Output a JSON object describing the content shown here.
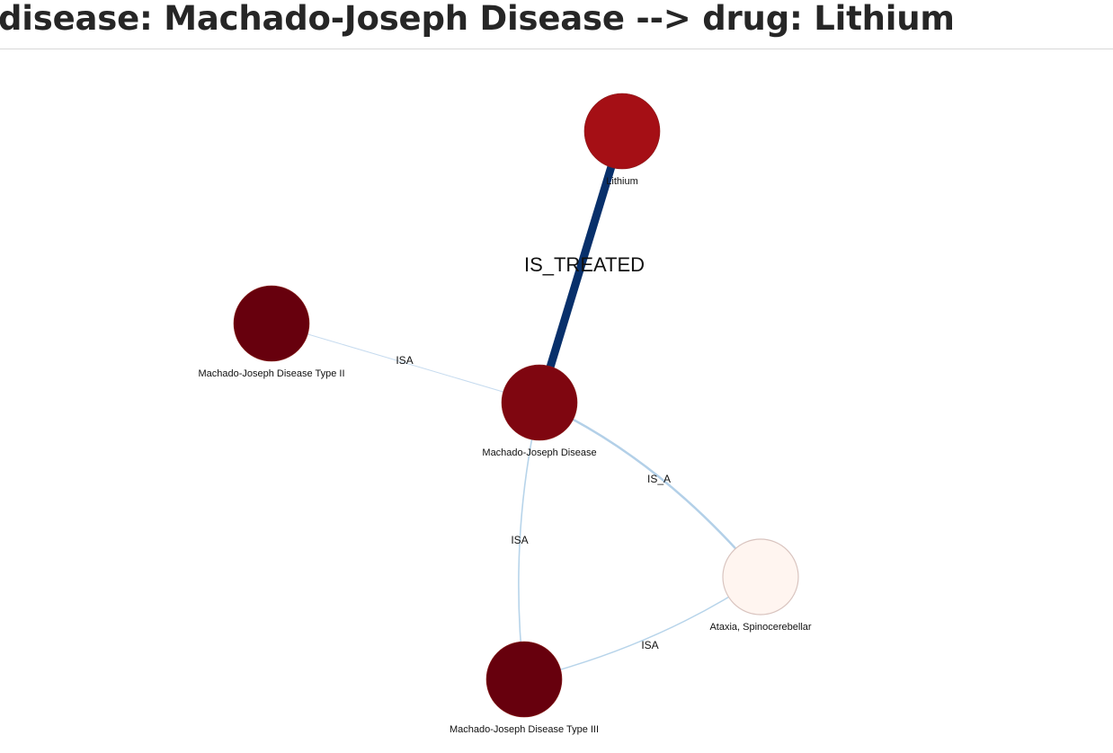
{
  "page": {
    "title": "disease: Machado-Joseph Disease --> drug: Lithium"
  },
  "graph": {
    "nodes": [
      {
        "id": "lithium",
        "label": "Lithium",
        "type": "drug",
        "color": "#a50f15"
      },
      {
        "id": "mjd",
        "label": "Machado-Joseph Disease",
        "type": "disease",
        "color": "#7f0610"
      },
      {
        "id": "mjd2",
        "label": "Machado-Joseph Disease Type II",
        "type": "disease",
        "color": "#67000d"
      },
      {
        "id": "mjd3",
        "label": "Machado-Joseph Disease Type III",
        "type": "disease",
        "color": "#67000d"
      },
      {
        "id": "ataxia",
        "label": "Ataxia, Spinocerebellar",
        "type": "disease",
        "color": "#fff5f0"
      }
    ],
    "edges": [
      {
        "source": "mjd",
        "target": "lithium",
        "label": "IS_TREATED",
        "color": "#08306b"
      },
      {
        "source": "mjd2",
        "target": "mjd",
        "label": "ISA",
        "color": "#c6dbef"
      },
      {
        "source": "mjd",
        "target": "ataxia",
        "label": "IS_A",
        "color": "#b3d0e8"
      },
      {
        "source": "mjd3",
        "target": "mjd",
        "label": "ISA",
        "color": "#b7d4ea"
      },
      {
        "source": "mjd3",
        "target": "ataxia",
        "label": "ISA",
        "color": "#b7d4ea"
      }
    ]
  }
}
